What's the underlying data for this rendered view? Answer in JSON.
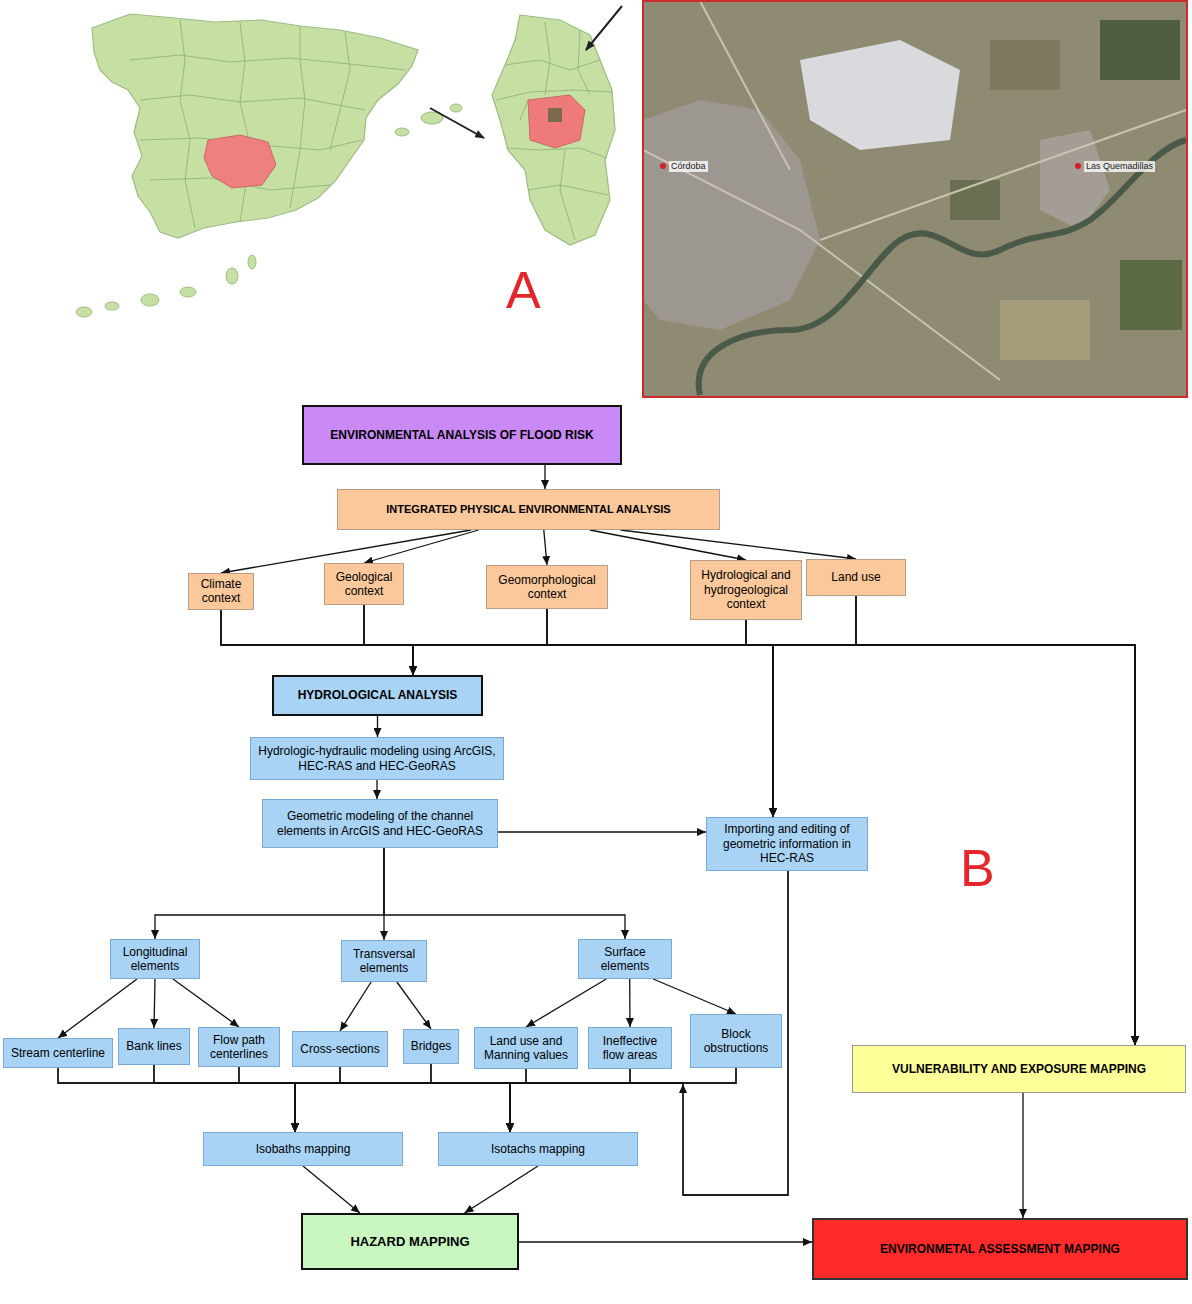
{
  "diagram": {
    "nodes": [
      {
        "text": [
          "ENVIRONMENTAL ANALYSIS OF FLOOD RISK"
        ]
      },
      {
        "text": [
          "INTEGRATED PHYSICAL ENVIRONMENTAL ANALYSIS"
        ]
      },
      {
        "text": [
          "Climate context"
        ]
      },
      {
        "text": [
          "Geological context"
        ]
      },
      {
        "text": [
          "Geomorphological context"
        ]
      },
      {
        "text": [
          "Hydrological and hydrogeological context"
        ]
      },
      {
        "text": [
          "Land use"
        ]
      },
      {
        "text": [
          "HYDROLOGICAL ANALYSIS"
        ]
      },
      {
        "text": [
          "Hydrologic-hydraulic modeling using ArcGIS, HEC-RAS and HEC-GeoRAS"
        ]
      },
      {
        "text": [
          "Geometric modeling of the channel elements in ArcGIS and HEC-GeoRAS"
        ]
      },
      {
        "text": [
          "Importing and editing of geometric information in HEC-RAS"
        ]
      },
      {
        "text": [
          "Longitudinal elements"
        ]
      },
      {
        "text": [
          "Transversal elements"
        ]
      },
      {
        "text": [
          "Surface elements"
        ]
      },
      {
        "text": [
          "Stream centerline"
        ]
      },
      {
        "text": [
          "Bank lines"
        ]
      },
      {
        "text": [
          "Flow path centerlines"
        ]
      },
      {
        "text": [
          "Cross-sections"
        ]
      },
      {
        "text": [
          "Bridges"
        ]
      },
      {
        "text": [
          "Land use and Manning values"
        ]
      },
      {
        "text": [
          "Ineffective flow areas"
        ]
      },
      {
        "text": [
          "Block obstructions"
        ]
      },
      {
        "text": [
          "VULNERABILITY AND EXPOSURE MAPPING"
        ]
      },
      {
        "text": [
          "Isobaths mapping"
        ]
      },
      {
        "text": [
          "Isotachs mapping"
        ]
      },
      {
        "text": [
          "HAZARD MAPPING"
        ]
      },
      {
        "text": [
          "ENVIRONMETAL ASSESSMENT MAPPING"
        ]
      }
    ],
    "edges": [
      {
        "from": 0,
        "to": 1,
        "arrow": "to"
      },
      {
        "from": 1,
        "to": 2,
        "arrow": "to"
      },
      {
        "from": 1,
        "to": 3,
        "arrow": "to"
      },
      {
        "from": 1,
        "to": 4,
        "arrow": "to"
      },
      {
        "from": 1,
        "to": 5,
        "arrow": "to"
      },
      {
        "from": 1,
        "to": 6,
        "arrow": "to"
      },
      {
        "from": 2,
        "to": 7,
        "arrow": "to"
      },
      {
        "from": 2,
        "to": 10,
        "arrow": "to"
      },
      {
        "from": 2,
        "to": 22,
        "arrow": "to"
      },
      {
        "from": 3,
        "to": 7,
        "arrow": "to"
      },
      {
        "from": 3,
        "to": 10,
        "arrow": "to"
      },
      {
        "from": 3,
        "to": 22,
        "arrow": "to"
      },
      {
        "from": 4,
        "to": 7,
        "arrow": "to"
      },
      {
        "from": 4,
        "to": 10,
        "arrow": "to"
      },
      {
        "from": 4,
        "to": 22,
        "arrow": "to"
      },
      {
        "from": 5,
        "to": 7,
        "arrow": "to"
      },
      {
        "from": 5,
        "to": 10,
        "arrow": "to"
      },
      {
        "from": 5,
        "to": 22,
        "arrow": "to"
      },
      {
        "from": 6,
        "to": 7,
        "arrow": "to"
      },
      {
        "from": 6,
        "to": 10,
        "arrow": "to"
      },
      {
        "from": 6,
        "to": 22,
        "arrow": "to"
      },
      {
        "from": 7,
        "to": 8,
        "arrow": "to"
      },
      {
        "from": 8,
        "to": 9,
        "arrow": "to"
      },
      {
        "from": 9,
        "to": 10,
        "arrow": "to"
      },
      {
        "from": 9,
        "to": 11,
        "arrow": "to"
      },
      {
        "from": 9,
        "to": 12,
        "arrow": "to"
      },
      {
        "from": 9,
        "to": 13,
        "arrow": "to"
      },
      {
        "from": 11,
        "to": 14,
        "arrow": "to"
      },
      {
        "from": 11,
        "to": 15,
        "arrow": "to"
      },
      {
        "from": 11,
        "to": 16,
        "arrow": "to"
      },
      {
        "from": 12,
        "to": 17,
        "arrow": "to"
      },
      {
        "from": 12,
        "to": 18,
        "arrow": "to"
      },
      {
        "from": 13,
        "to": 19,
        "arrow": "to"
      },
      {
        "from": 13,
        "to": 20,
        "arrow": "to"
      },
      {
        "from": 13,
        "to": 21,
        "arrow": "to"
      },
      {
        "from": 14,
        "to": 23,
        "arrow": "to"
      },
      {
        "from": 14,
        "to": 24,
        "arrow": "to"
      },
      {
        "from": 15,
        "to": 23,
        "arrow": "to"
      },
      {
        "from": 15,
        "to": 24,
        "arrow": "to"
      },
      {
        "from": 16,
        "to": 23,
        "arrow": "to"
      },
      {
        "from": 16,
        "to": 24,
        "arrow": "to"
      },
      {
        "from": 17,
        "to": 23,
        "arrow": "to"
      },
      {
        "from": 17,
        "to": 24,
        "arrow": "to"
      },
      {
        "from": 18,
        "to": 23,
        "arrow": "to"
      },
      {
        "from": 18,
        "to": 24,
        "arrow": "to"
      },
      {
        "from": 19,
        "to": 23,
        "arrow": "to"
      },
      {
        "from": 19,
        "to": 24,
        "arrow": "to"
      },
      {
        "from": 20,
        "to": 23,
        "arrow": "to"
      },
      {
        "from": 20,
        "to": 24,
        "arrow": "to"
      },
      {
        "from": 21,
        "to": 23,
        "arrow": "to"
      },
      {
        "from": 21,
        "to": 24,
        "arrow": "to"
      },
      {
        "from": 10,
        "to": 23,
        "arrow": "to"
      },
      {
        "from": 10,
        "to": 24,
        "arrow": "to"
      },
      {
        "from": 23,
        "to": 25,
        "arrow": "to"
      },
      {
        "from": 24,
        "to": 25,
        "arrow": "to"
      },
      {
        "from": 25,
        "to": 26,
        "arrow": "to"
      },
      {
        "from": 22,
        "to": 26,
        "arrow": "to"
      }
    ],
    "labels": [
      "Córdoba",
      "Las Quemadillas",
      "A",
      "B"
    ]
  }
}
